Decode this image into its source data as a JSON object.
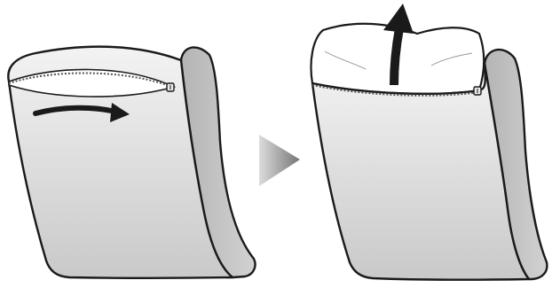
{
  "diagram": {
    "kind": "instruction-illustration",
    "steps": [
      {
        "name": "open-zipper",
        "icons": [
          "cushion-cover-icon",
          "zipper-icon",
          "curved-arrow-right-icon"
        ]
      },
      {
        "name": "remove-inner-cushion",
        "icons": [
          "cushion-cover-icon",
          "inner-cushion-icon",
          "zipper-icon",
          "arrow-up-icon"
        ]
      }
    ],
    "transition_icon": "triangle-next-icon"
  },
  "colors": {
    "outline": "#1a1a1a",
    "cover_light": "#f2f2f2",
    "cover_dark": "#c8c8c8",
    "side_panel": "#bdbdbd",
    "inner_cushion": "#ffffff",
    "arrow": "#1a1a1a",
    "transition_light": "#d9d9d9",
    "transition_dark": "#7a7a7a"
  }
}
